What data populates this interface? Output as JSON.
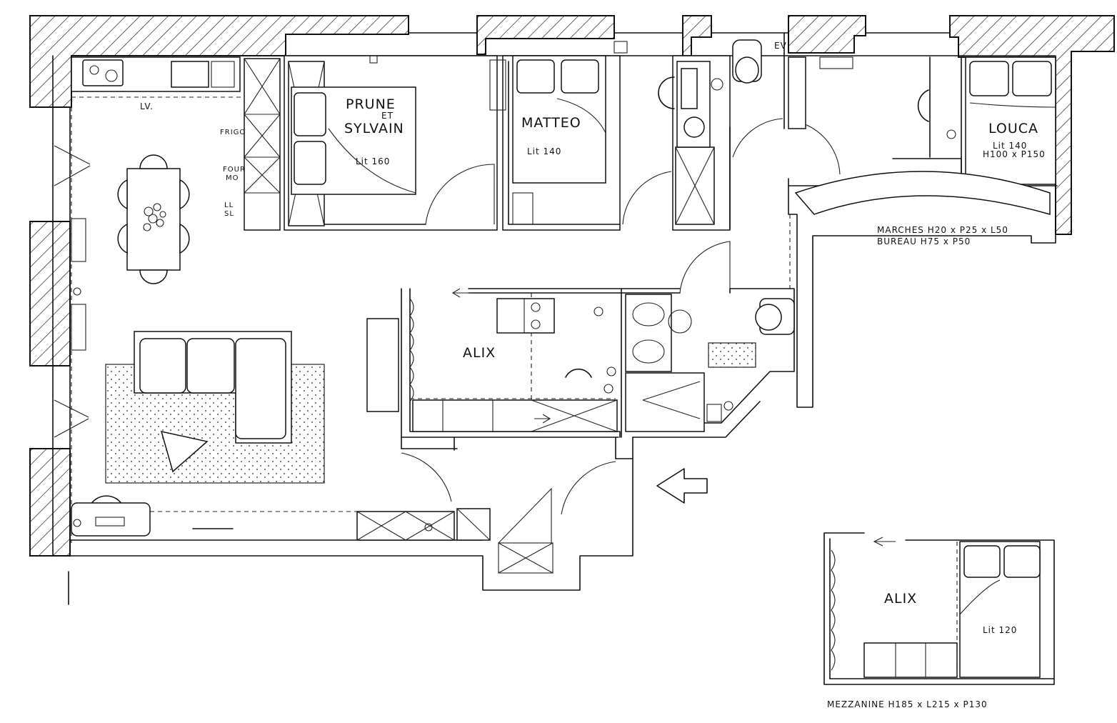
{
  "rooms": {
    "prune": "PRUNE",
    "prune_et": "ET",
    "sylvain": "SYLVAIN",
    "prune_bed": "Lit 160",
    "matteo": "MATTEO",
    "matteo_bed": "Lit 140",
    "louca": "LOUCA",
    "louca_bed": "Lit 140",
    "louca_desk": "H100 x P150",
    "alix": "ALIX",
    "alix_mezz": "ALIX",
    "alix_bed": "Lit 120"
  },
  "kitchen": {
    "lv": "LV.",
    "frigo": "FRIGO",
    "four": "FOUR",
    "mo": "MO",
    "ll": "LL",
    "sl": "SL"
  },
  "bath": {
    "ev": "EV"
  },
  "notes": {
    "marches": "MARCHES H20 x P25 x L50",
    "bureau": "BUREAU H75 x P50",
    "mezzanine": "MEZZANINE H185 x L215 x P130"
  }
}
